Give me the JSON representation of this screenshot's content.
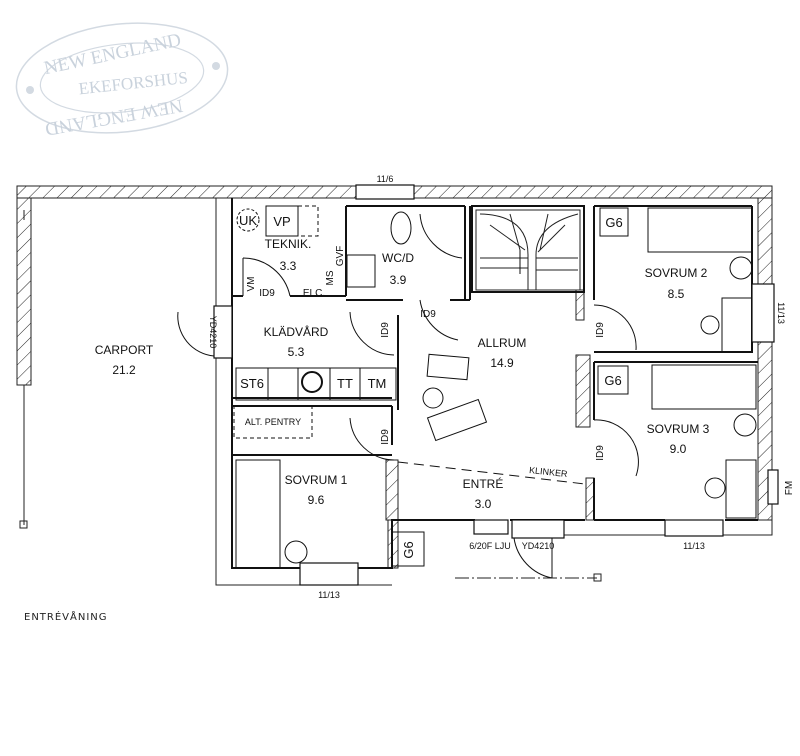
{
  "watermark": {
    "top_arc": "NEW ENGLAND",
    "brand": "EKEFORSHUS",
    "bottom_arc": "NEW ENGLAND",
    "color": "#c9d2dc"
  },
  "floor_label": "ENTRÉVÅNING",
  "rooms": {
    "carport": {
      "name": "CARPORT",
      "area": "21.2"
    },
    "teknik": {
      "name": "TEKNIK.",
      "area": "3.3"
    },
    "wc": {
      "name": "WC/D",
      "area": "3.9"
    },
    "kladvard": {
      "name": "KLÄDVÅRD",
      "area": "5.3"
    },
    "allrum": {
      "name": "ALLRUM",
      "area": "14.9"
    },
    "sovrum1": {
      "name": "SOVRUM 1",
      "area": "9.6"
    },
    "sovrum2": {
      "name": "SOVRUM 2",
      "area": "8.5"
    },
    "sovrum3": {
      "name": "SOVRUM 3",
      "area": "9.0"
    },
    "entre": {
      "name": "ENTRÉ",
      "area": "3.0"
    }
  },
  "fixtures": {
    "uk": "UK",
    "vp": "VP",
    "vm": "VM",
    "ms": "MS",
    "gvf": "GVF",
    "elc": "ELC.",
    "st6": "ST6",
    "tt": "TT",
    "tm": "TM",
    "alt_pentry": "ALT. PENTRY",
    "g6_s1": "G6",
    "g6_s2": "G6",
    "g6_s3": "G6",
    "fm": "FM",
    "klinker": "KLINKER"
  },
  "doors": {
    "d_teknik": "ID9",
    "d_wc": "ID9",
    "d_klad": "ID9",
    "d_s2": "ID9",
    "d_s1": "ID9",
    "d_s3": "ID9",
    "ext_side": "YD4210",
    "ext_entre": "YD4210"
  },
  "windows": {
    "top_wc": "11/6",
    "sovrum1": "11/13",
    "sovrum2": "11/13",
    "sovrum3": "11/13",
    "entre": "6/20F LJU"
  }
}
